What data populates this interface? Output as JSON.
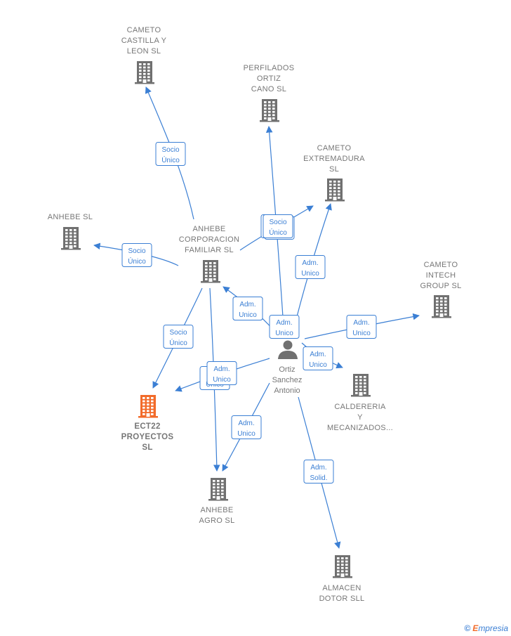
{
  "nodes": [
    {
      "id": "cameto_castilla",
      "lines": [
        "CAMETO",
        "CASTILLA Y",
        "LEON  SL"
      ],
      "kind": "company",
      "icon": "building-icon"
    },
    {
      "id": "perfilados",
      "lines": [
        "PERFILADOS",
        "ORTIZ",
        "CANO  SL"
      ],
      "kind": "company",
      "icon": "building-icon"
    },
    {
      "id": "cameto_extremadura",
      "lines": [
        "CAMETO",
        "EXTREMADURA",
        "SL"
      ],
      "kind": "company",
      "icon": "building-icon"
    },
    {
      "id": "anhebe",
      "lines": [
        "ANHEBE  SL"
      ],
      "kind": "company",
      "icon": "building-icon"
    },
    {
      "id": "anhebe_corp",
      "lines": [
        "ANHEBE",
        "CORPORACION",
        "FAMILIAR  SL"
      ],
      "kind": "company",
      "icon": "building-icon"
    },
    {
      "id": "cameto_intech",
      "lines": [
        "CAMETO",
        "INTECH",
        "GROUP  SL"
      ],
      "kind": "company",
      "icon": "building-icon"
    },
    {
      "id": "caldereria",
      "lines": [
        "CALDERERIA",
        "Y",
        "MECANIZADOS..."
      ],
      "kind": "company",
      "icon": "building-icon"
    },
    {
      "id": "ect22",
      "lines": [
        "ECT22",
        "PROYECTOS",
        "SL"
      ],
      "kind": "focus",
      "icon": "building-icon"
    },
    {
      "id": "anhebe_agro",
      "lines": [
        "ANHEBE",
        "AGRO  SL"
      ],
      "kind": "company",
      "icon": "building-icon"
    },
    {
      "id": "almacen",
      "lines": [
        "ALMACEN",
        "DOTOR  SLL"
      ],
      "kind": "company",
      "icon": "building-icon"
    },
    {
      "id": "ortiz",
      "lines": [
        "Ortiz",
        "Sanchez",
        "Antonio"
      ],
      "kind": "person",
      "icon": "person-icon"
    }
  ],
  "edges": [
    {
      "from": "anhebe_corp",
      "to": "cameto_castilla",
      "label": [
        "Socio",
        "Único"
      ]
    },
    {
      "from": "anhebe_corp",
      "to": "anhebe",
      "label": [
        "Socio",
        "Único"
      ]
    },
    {
      "from": "anhebe_corp",
      "to": "cameto_extremadura",
      "label": [
        "Socio",
        "Único"
      ]
    },
    {
      "from": "anhebe_corp",
      "to": "ect22",
      "label": [
        "Socio",
        "Único"
      ]
    },
    {
      "from": "anhebe_corp",
      "to": "anhebe_agro",
      "label": []
    },
    {
      "from": "ortiz",
      "to": "perfilados",
      "label": [
        "Socio",
        "Único"
      ]
    },
    {
      "from": "ortiz",
      "to": "cameto_extremadura",
      "label": [
        "Adm.",
        "Unico"
      ]
    },
    {
      "from": "ortiz",
      "to": "anhebe_corp",
      "label": [
        "Adm.",
        "Unico"
      ]
    },
    {
      "from": "ortiz",
      "to": "cameto_intech",
      "label": [
        "Adm.",
        "Unico"
      ]
    },
    {
      "from": "ortiz",
      "to": "caldereria",
      "label": [
        "Adm.",
        "Unico"
      ]
    },
    {
      "from": "ortiz",
      "to": "ect22",
      "label": [
        "Adm.",
        "Unico"
      ]
    },
    {
      "from": "ortiz",
      "to": "anhebe_agro",
      "label": [
        "Adm.",
        "Unico"
      ]
    },
    {
      "from": "ortiz",
      "to": "almacen",
      "label": [
        "Adm.",
        "Solid."
      ]
    }
  ],
  "colors": {
    "edge": "#3b7fd4",
    "building": "#707070",
    "focus": "#f26b2a",
    "label": "#777777"
  },
  "footer": {
    "copyright": "©",
    "brand_initial": "E",
    "brand_rest": "mpresia"
  }
}
